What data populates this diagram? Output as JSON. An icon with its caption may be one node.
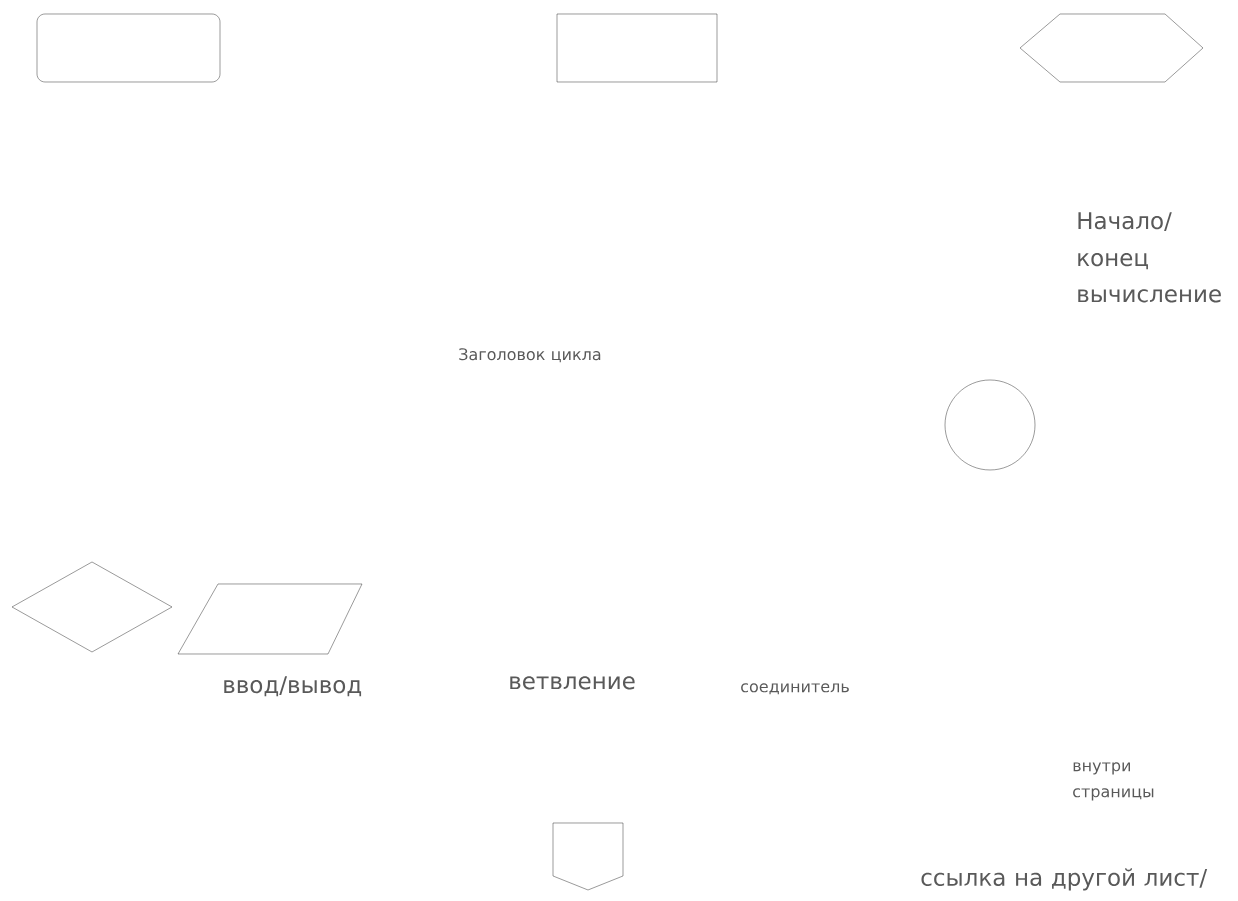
{
  "diagram": {
    "nodes": [
      {
        "text": [],
        "shape": "rounded-box"
      },
      {
        "text": [],
        "shape": "box"
      },
      {
        "text": [],
        "shape": "hexagon"
      },
      {
        "text": [],
        "shape": "circle"
      },
      {
        "text": [],
        "shape": "diamond"
      },
      {
        "text": [],
        "shape": "parallelogram"
      },
      {
        "text": [],
        "shape": "pentagon"
      }
    ],
    "labels": [
      "Начало/ конец",
      "вычисление",
      "Заголовок цикла",
      "ввод/вывод",
      "ветвление",
      "соединитель",
      "внутри страницы",
      "ссылка на другой лист/"
    ]
  }
}
